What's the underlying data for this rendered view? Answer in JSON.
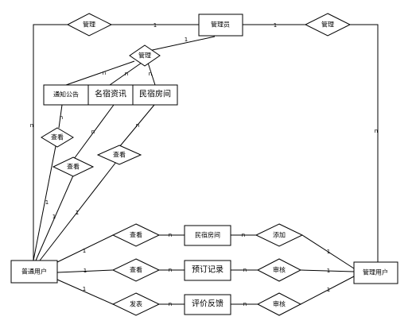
{
  "entities": {
    "admin": "管理员",
    "notice": "通知公告",
    "info": "名宿资讯",
    "room": "民宿房间",
    "user": "普通用户",
    "mgr_user": "管理用户",
    "room2": "民宿房间",
    "booking": "预订记录",
    "review": "评价反馈"
  },
  "relations": {
    "manage_left": "管理",
    "manage_right": "管理",
    "manage_top": "管理",
    "view_notice": "查看",
    "view_info": "查看",
    "view_room": "查看",
    "view_room2": "查看",
    "view_booking": "查看",
    "publish": "发表",
    "add": "添加",
    "audit1": "审核",
    "audit2": "审核"
  },
  "cardinalities": {
    "one": "1",
    "many": "n"
  }
}
